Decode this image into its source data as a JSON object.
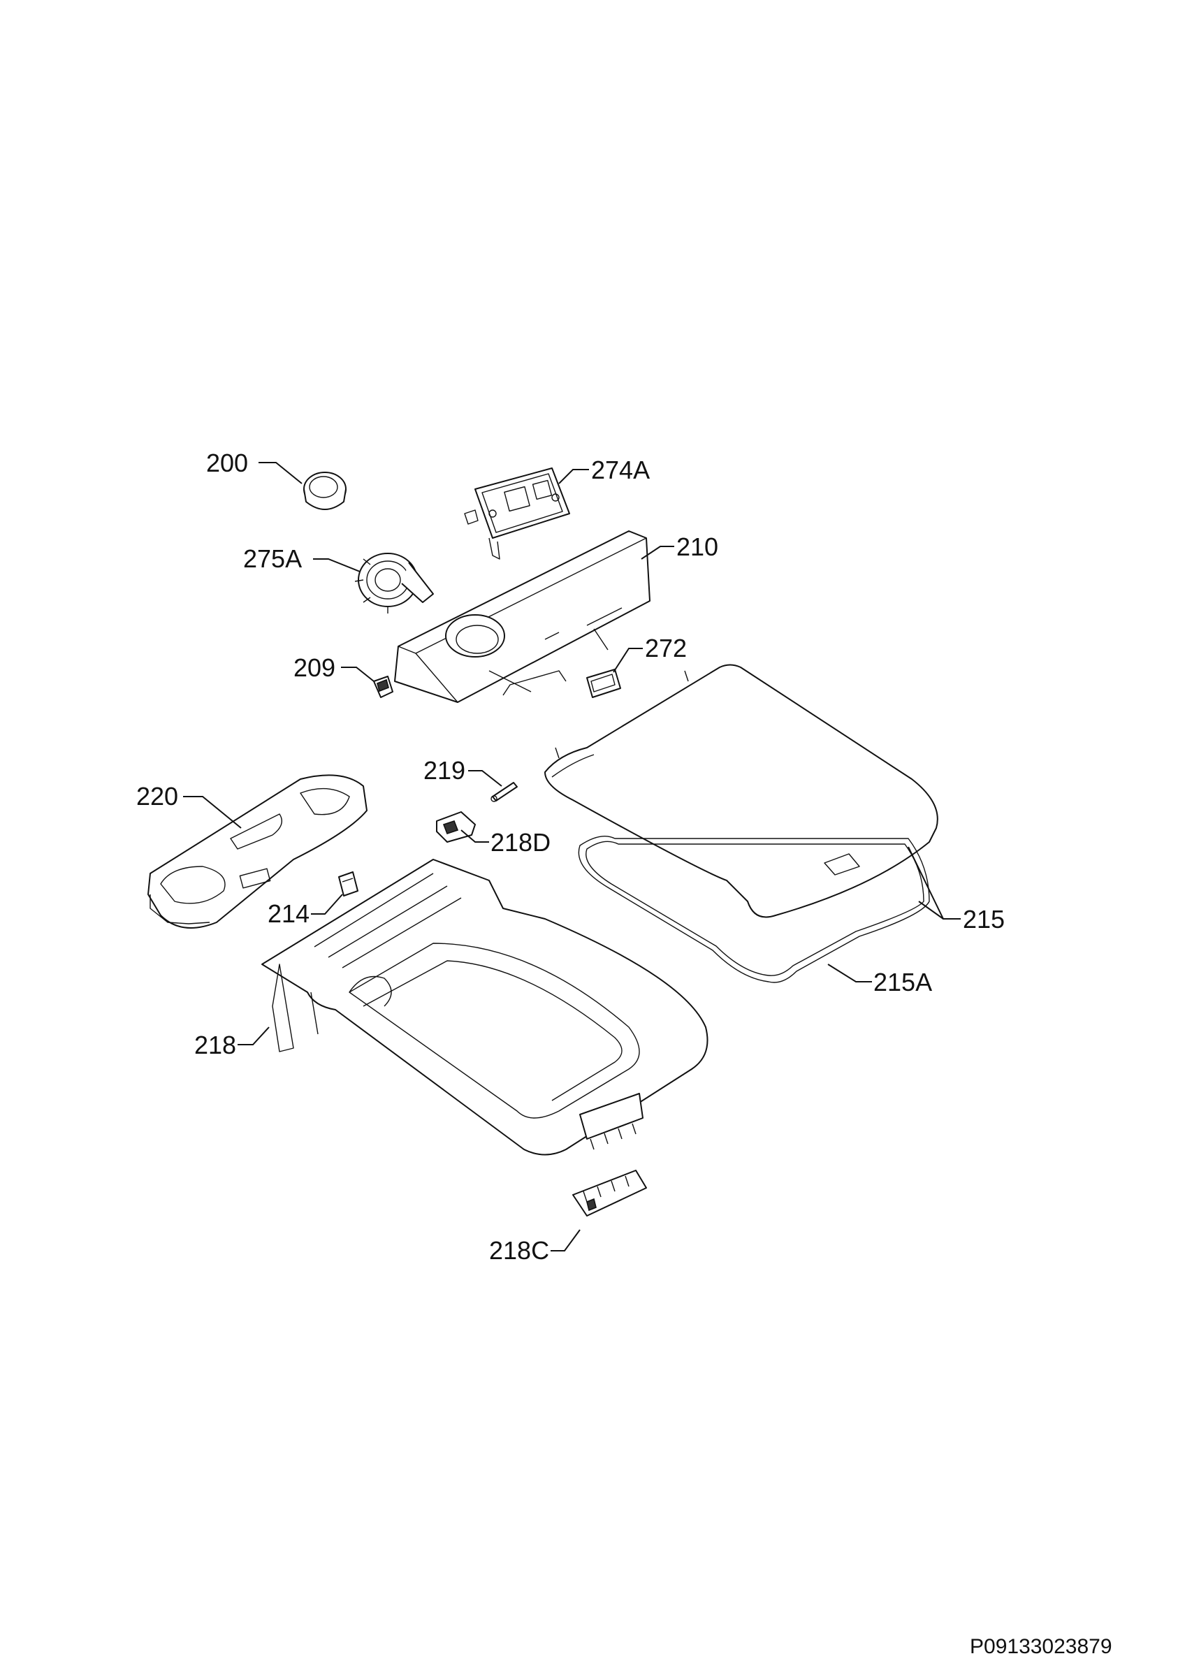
{
  "drawing_id": "P09133023879",
  "callouts": {
    "p200": "200",
    "p274A": "274A",
    "p275A": "275A",
    "p210": "210",
    "p209": "209",
    "p272": "272",
    "p219": "219",
    "p220": "220",
    "p218D": "218D",
    "p214": "214",
    "p215": "215",
    "p215A": "215A",
    "p218": "218",
    "p218C": "218C"
  }
}
